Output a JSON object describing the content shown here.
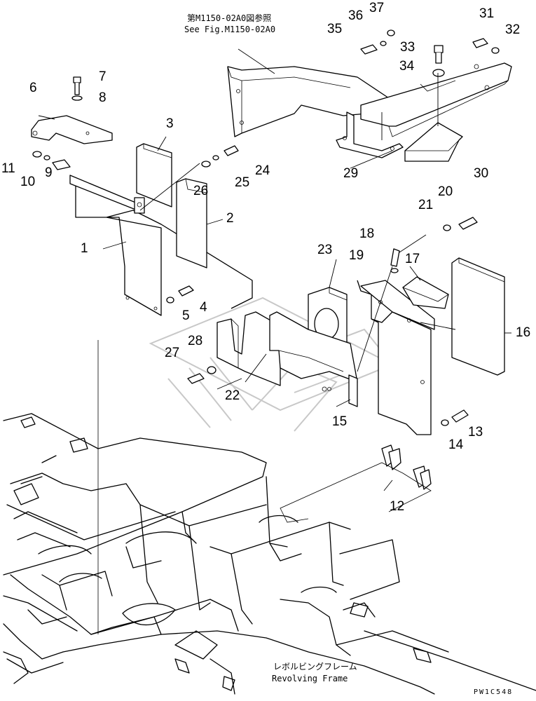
{
  "reference_note": {
    "jp": "第M1150-02A0図参照",
    "en": "See Fig.M1150-02A0"
  },
  "frame_label": {
    "jp": "レボルビングフレーム",
    "en": "Revolving Frame"
  },
  "drawing_code": "PW1C548",
  "part_numbers": [
    "1",
    "2",
    "3",
    "4",
    "5",
    "6",
    "7",
    "8",
    "9",
    "10",
    "11",
    "12",
    "13",
    "14",
    "15",
    "16",
    "17",
    "18",
    "19",
    "20",
    "21",
    "22",
    "23",
    "24",
    "25",
    "26",
    "27",
    "28",
    "29",
    "30",
    "31",
    "32",
    "33",
    "34",
    "35",
    "36",
    "37"
  ],
  "colors": {
    "line": "#000000",
    "watermark": "#c8c8c8",
    "background": "#ffffff"
  }
}
